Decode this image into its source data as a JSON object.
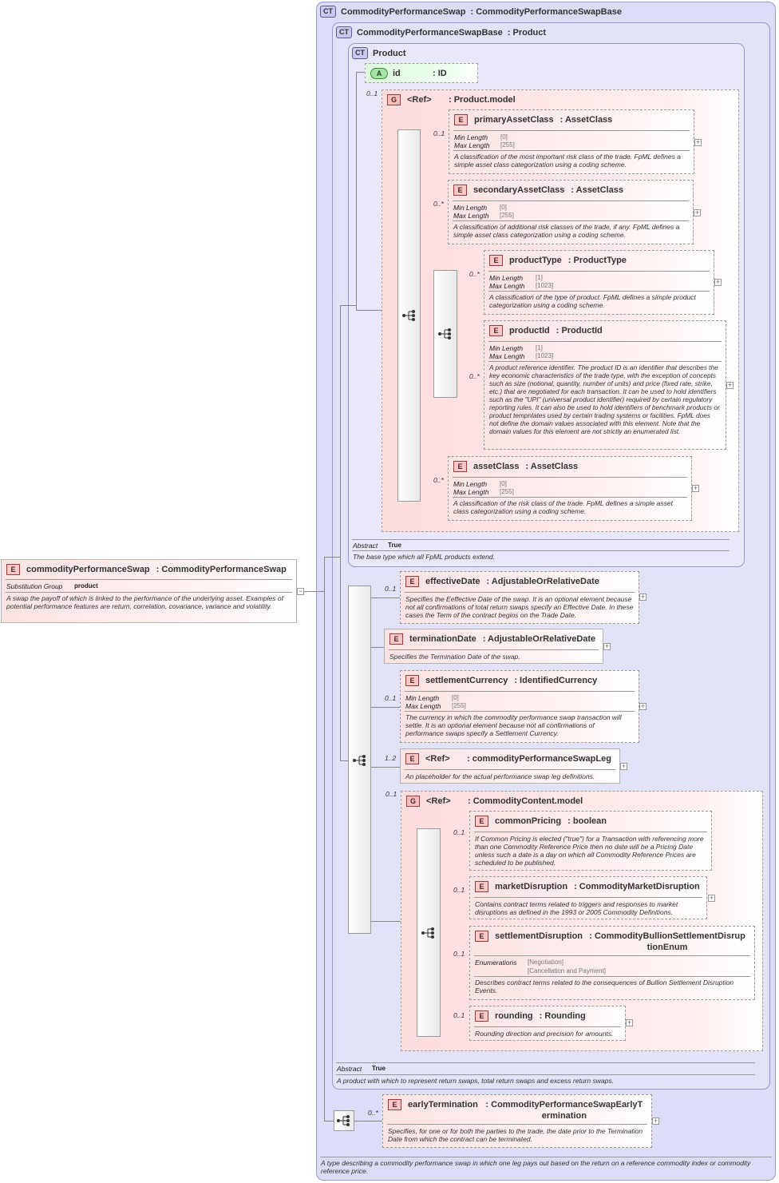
{
  "outer_ct": {
    "badge": "CT",
    "name": "CommodityPerformanceSwap",
    "base": ": CommodityPerformanceSwapBase",
    "documentation": "A type describing a commodity performance swap in which one leg pays out based on the return on a reference commodity index or commodity reference price."
  },
  "mid_ct": {
    "badge": "CT",
    "name": "CommodityPerformanceSwapBase",
    "base": ": Product",
    "abstract_label": "Abstract",
    "abstract_value": "True",
    "documentation": "A product with which to represent return swaps, total return swaps and excess return swaps."
  },
  "inner_ct": {
    "badge": "CT",
    "name": "Product",
    "abstract_label": "Abstract",
    "abstract_value": "True",
    "documentation": "The base type which all FpML products extend."
  },
  "root": {
    "badge": "E",
    "name": "commodityPerformanceSwap",
    "type": ": CommodityPerformanceSwap",
    "sub_label": "Substitution Group",
    "sub_value": "product",
    "documentation": "A swap the payoff of which is linked to the performance of the underlying asset. Examples of potential performance features are return, correlation, covariance, variance and volatility.",
    "collapse": "−"
  },
  "attr_id": {
    "badge": "A",
    "name": "id",
    "type": ": ID"
  },
  "product_model": {
    "badge": "G",
    "name": "<Ref>",
    "type": ": Product.model",
    "card": "0..1"
  },
  "primaryAssetClass": {
    "badge": "E",
    "name": "primaryAssetClass",
    "type": ": AssetClass",
    "card": "0..1",
    "f1": "Min Length",
    "v1": "[0]",
    "f2": "Max Length",
    "v2": "[255]",
    "documentation": "A classification of the most important risk class of the trade. FpML defines a simple asset class categorization using a coding scheme."
  },
  "secondaryAssetClass": {
    "badge": "E",
    "name": "secondaryAssetClass",
    "type": ": AssetClass",
    "card": "0..*",
    "f1": "Min Length",
    "v1": "[0]",
    "f2": "Max Length",
    "v2": "[255]",
    "documentation": "A classification of additional risk classes of the trade, if any. FpML defines a simple asset class categorization using a coding scheme."
  },
  "productType": {
    "badge": "E",
    "name": "productType",
    "type": ": ProductType",
    "card": "0..*",
    "f1": "Min Length",
    "v1": "[1]",
    "f2": "Max Length",
    "v2": "[1023]",
    "documentation": "A classification of the type of product. FpML defines a simple product categorization using a coding scheme."
  },
  "productId": {
    "badge": "E",
    "name": "productId",
    "type": ": ProductId",
    "card": "0..*",
    "f1": "Min Length",
    "v1": "[1]",
    "f2": "Max Length",
    "v2": "[1023]",
    "documentation": "A product reference identifier. The product ID is an identifier that describes the key economic characteristics of the trade type, with the exception of concepts such as size (notional, quantity, number of units) and price (fixed rate, strike, etc.) that are negotiated for each transaction. It can be used to hold identifiers such as the \"UPI\" (universal product identifier) required by certain regulatory reporting rules. It can also be used to hold identifiers of benchmark products or product tempnlates used by certain trading systems or facilities. FpML does not define the domain values associated with this element. Note that the domain values for this element are not strictly an enumerated list."
  },
  "assetClass": {
    "badge": "E",
    "name": "assetClass",
    "type": ": AssetClass",
    "card": "0..*",
    "f1": "Min Length",
    "v1": "[0]",
    "f2": "Max Length",
    "v2": "[255]",
    "documentation": "A classification of the risk class of the trade. FpML defines a simple asset class categorization using a coding scheme."
  },
  "effectiveDate": {
    "badge": "E",
    "name": "effectiveDate",
    "type": ": AdjustableOrRelativeDate",
    "card": "0..1",
    "documentation": "Specifies the Eeffective Date of the swap. It is an optional element because not all confirmations of total return swaps specify an Effective Date. In these cases the Term of the contract begins on the Trade Date."
  },
  "terminationDate": {
    "badge": "E",
    "name": "terminationDate",
    "type": ": AdjustableOrRelativeDate",
    "documentation": "Specifies the Termination Date of the swap."
  },
  "settlementCurrency": {
    "badge": "E",
    "name": "settlementCurrency",
    "type": ": IdentifiedCurrency",
    "card": "0..1",
    "f1": "Min Length",
    "v1": "[0]",
    "f2": "Max Length",
    "v2": "[255]",
    "documentation": "The currency in which the commodity performance swap transaction will settle. It is an optional element because not all confirmations of performance swaps specify a Settlement Currency."
  },
  "swapLeg": {
    "badge": "E",
    "name": "<Ref>",
    "type": ": commodityPerformanceSwapLeg",
    "card": "1..2",
    "documentation": "An placeholder for the actual performance swap leg definitions."
  },
  "content_model": {
    "badge": "G",
    "name": "<Ref>",
    "type": ": CommodityContent.model",
    "card": "0..1"
  },
  "commonPricing": {
    "badge": "E",
    "name": "commonPricing",
    "type": ": boolean",
    "card": "0..1",
    "documentation": "If Common Pricing is elected (\"true\") for a Transaction with referencing more than one Commodity Reference Price then no date will be a Pricing Date unless such a date is a day on which all Commodity Reference Prices are scheduled to be published."
  },
  "marketDisruption": {
    "badge": "E",
    "name": "marketDisruption",
    "type": ": CommodityMarketDisruption",
    "card": "0..1",
    "documentation": "Contains contract terms related to triggers and responses to market disruptions as defined in the 1993 or 2005 Commodity Definitions."
  },
  "settlementDisruption": {
    "badge": "E",
    "name": "settlementDisruption",
    "type": ": CommodityBullionSettlementDisrup tionEnum",
    "card": "0..1",
    "f1": "Enumerations",
    "v1": "[Negotiation]",
    "v2": "[Cancellation and Payment]",
    "documentation": "Describes contract terms related to the consequences of Bullion Settlement Disruption Events."
  },
  "rounding": {
    "badge": "E",
    "name": "rounding",
    "type": ": Rounding",
    "card": "0..1",
    "documentation": "Rounding direction and precision for amounts."
  },
  "earlyTermination": {
    "badge": "E",
    "name": "earlyTermination",
    "type": ": CommodityPerformanceSwapEarlyT ermination",
    "card": "0..*",
    "documentation": "Specifies, for one or for both the parties to the trade, the date prior to the Termination Date from which the contract can be terminated."
  },
  "expand_symbol": "+"
}
